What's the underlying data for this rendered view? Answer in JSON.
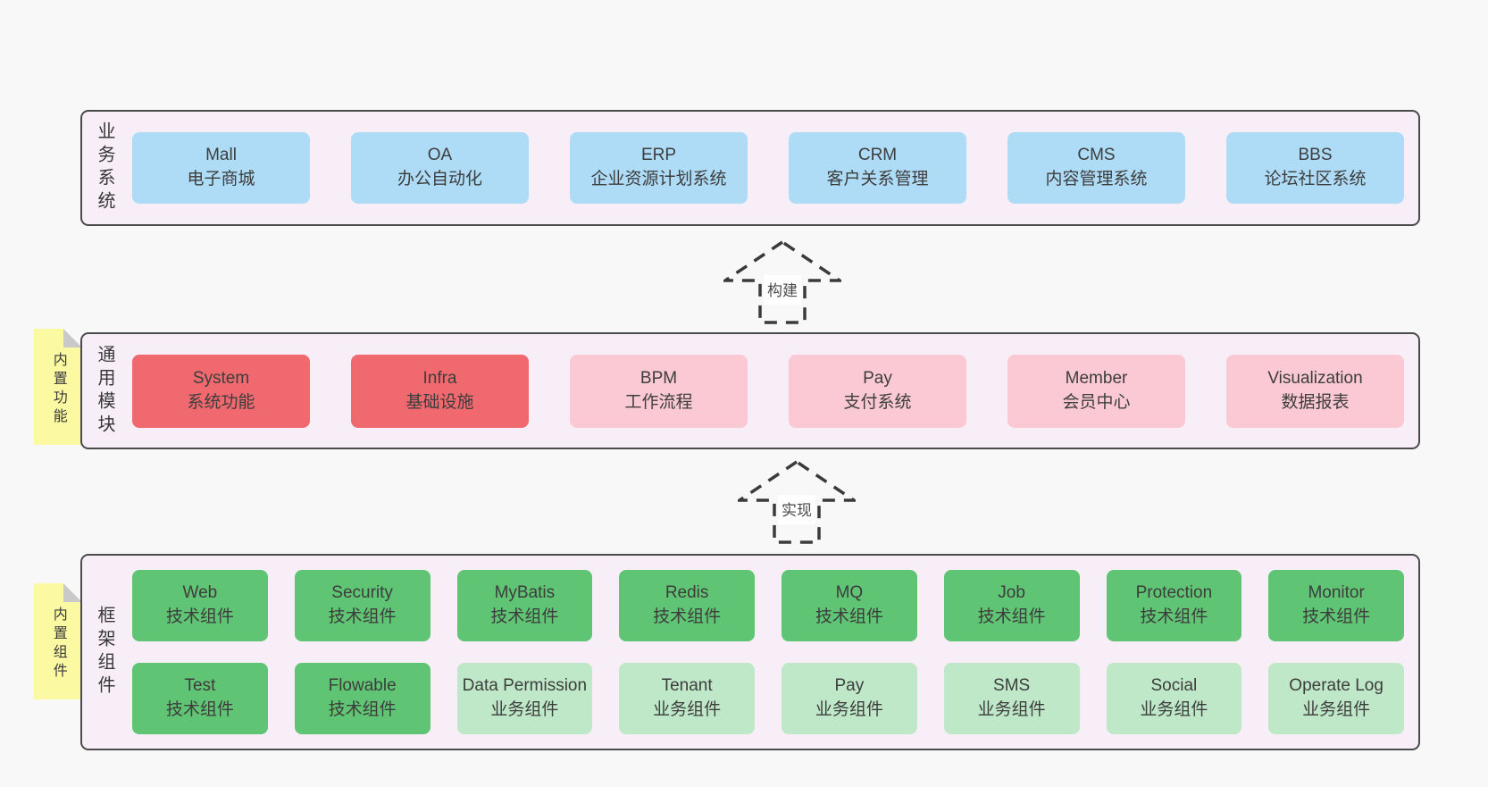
{
  "colors": {
    "page-bg": "#f8f8f8",
    "band-bg": "#f8eef7",
    "band-border": "#4b4b4b",
    "blue": "#aedcf7",
    "red": "#f0696e",
    "pink": "#fac9d3",
    "green": "#5fc473",
    "lightgreen": "#bee8c8",
    "yellow": "#fbf9a2",
    "fold": "#c9c9c9",
    "text": "#3d3d3d",
    "arrow": "#3a3a3a"
  },
  "diagram": {
    "arrows": [
      {
        "label": "构建"
      },
      {
        "label": "实现"
      }
    ],
    "bands": [
      {
        "label": "业务系统",
        "rows": [
          [
            {
              "name": "Mall",
              "desc": "电子商城",
              "variant": "blue"
            },
            {
              "name": "OA",
              "desc": "办公自动化",
              "variant": "blue"
            },
            {
              "name": "ERP",
              "desc": "企业资源计划系统",
              "variant": "blue"
            },
            {
              "name": "CRM",
              "desc": "客户关系管理",
              "variant": "blue"
            },
            {
              "name": "CMS",
              "desc": "内容管理系统",
              "variant": "blue"
            },
            {
              "name": "BBS",
              "desc": "论坛社区系统",
              "variant": "blue"
            }
          ]
        ]
      },
      {
        "label": "通用模块",
        "note": "内置功能",
        "rows": [
          [
            {
              "name": "System",
              "desc": "系统功能",
              "variant": "red"
            },
            {
              "name": "Infra",
              "desc": "基础设施",
              "variant": "red"
            },
            {
              "name": "BPM",
              "desc": "工作流程",
              "variant": "pink"
            },
            {
              "name": "Pay",
              "desc": "支付系统",
              "variant": "pink"
            },
            {
              "name": "Member",
              "desc": "会员中心",
              "variant": "pink"
            },
            {
              "name": "Visualization",
              "desc": "数据报表",
              "variant": "pink"
            }
          ]
        ]
      },
      {
        "label": "框架组件",
        "note": "内置组件",
        "rows": [
          [
            {
              "name": "Web",
              "desc": "技术组件",
              "variant": "green"
            },
            {
              "name": "Security",
              "desc": "技术组件",
              "variant": "green"
            },
            {
              "name": "MyBatis",
              "desc": "技术组件",
              "variant": "green"
            },
            {
              "name": "Redis",
              "desc": "技术组件",
              "variant": "green"
            },
            {
              "name": "MQ",
              "desc": "技术组件",
              "variant": "green"
            },
            {
              "name": "Job",
              "desc": "技术组件",
              "variant": "green"
            },
            {
              "name": "Protection",
              "desc": "技术组件",
              "variant": "green"
            },
            {
              "name": "Monitor",
              "desc": "技术组件",
              "variant": "green"
            }
          ],
          [
            {
              "name": "Test",
              "desc": "技术组件",
              "variant": "green"
            },
            {
              "name": "Flowable",
              "desc": "技术组件",
              "variant": "green"
            },
            {
              "name": "Data Permission",
              "desc": "业务组件",
              "variant": "lightgreen"
            },
            {
              "name": "Tenant",
              "desc": "业务组件",
              "variant": "lightgreen"
            },
            {
              "name": "Pay",
              "desc": "业务组件",
              "variant": "lightgreen"
            },
            {
              "name": "SMS",
              "desc": "业务组件",
              "variant": "lightgreen"
            },
            {
              "name": "Social",
              "desc": "业务组件",
              "variant": "lightgreen"
            },
            {
              "name": "Operate Log",
              "desc": "业务组件",
              "variant": "lightgreen"
            }
          ]
        ]
      }
    ]
  }
}
